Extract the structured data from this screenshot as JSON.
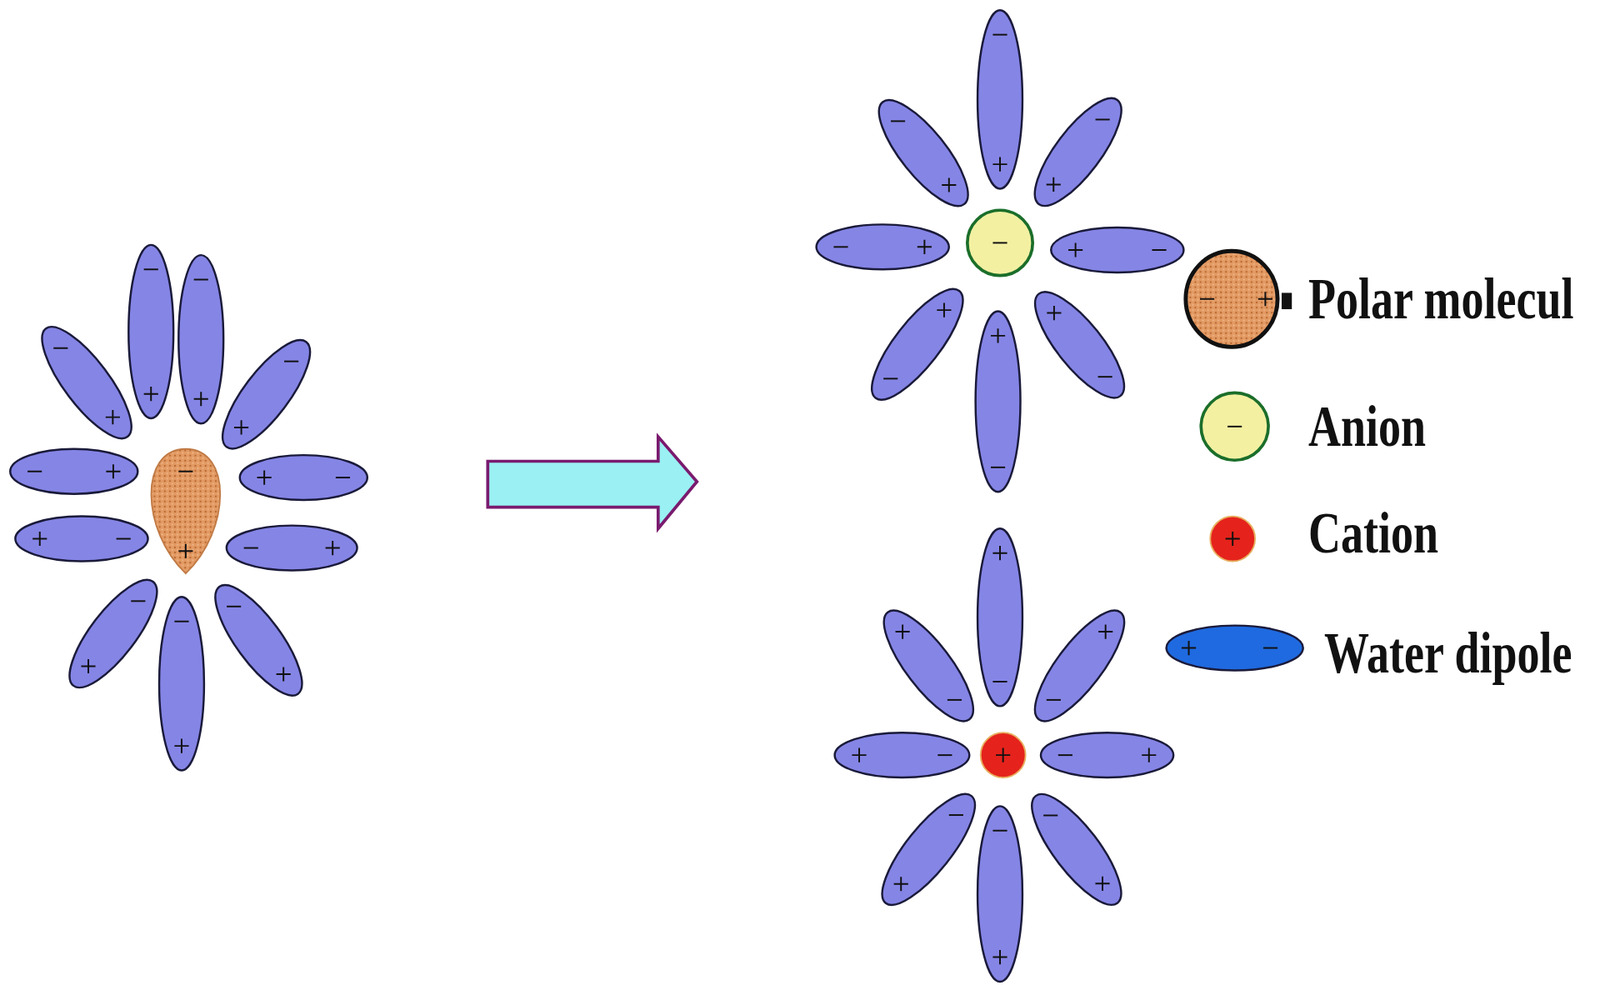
{
  "diagram": {
    "legend": [
      {
        "text": "Polar molecul"
      },
      {
        "text": "Anion"
      },
      {
        "text": "Cation"
      },
      {
        "text": "Water dipole"
      }
    ]
  }
}
